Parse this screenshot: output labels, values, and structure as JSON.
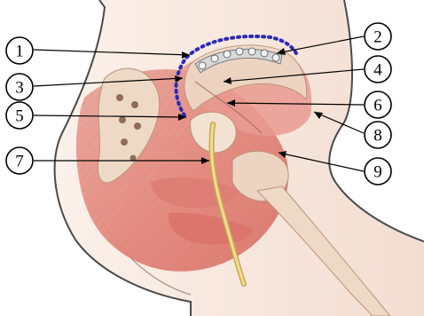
{
  "figure": {
    "callouts": [
      {
        "number": "1"
      },
      {
        "number": "2"
      },
      {
        "number": "3"
      },
      {
        "number": "4"
      },
      {
        "number": "5"
      },
      {
        "number": "6"
      },
      {
        "number": "7"
      },
      {
        "number": "8"
      },
      {
        "number": "9"
      }
    ]
  },
  "colors": {
    "skin": "#f6e6dc",
    "outline": "#4a4a4a",
    "muscle": "#e7958c",
    "muscle_dark": "#cf6f66",
    "bone": "#eed9c6",
    "nerve": "#e3c870",
    "incision_dots": "#2b2ab8",
    "leader": "#000000"
  }
}
